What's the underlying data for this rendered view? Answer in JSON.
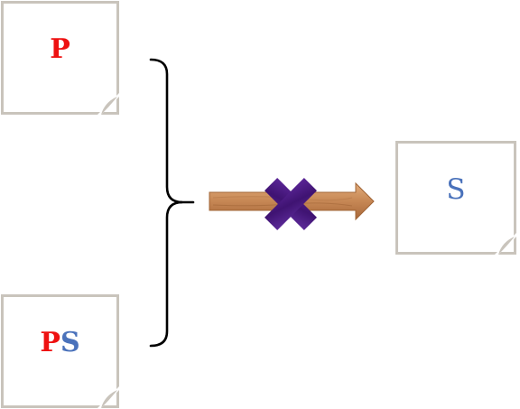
{
  "notes": {
    "top_left": {
      "segments": [
        {
          "text": "P",
          "color": "#ee1111"
        }
      ]
    },
    "bottom_left": {
      "segments": [
        {
          "text": "P",
          "color": "#ee1111"
        },
        {
          "text": "S",
          "color": "#4a72bb"
        }
      ]
    },
    "right": {
      "segments": [
        {
          "text": "S",
          "color": "#4a72bb"
        }
      ]
    }
  },
  "colors": {
    "note_border": "#c9c4bc",
    "arrow_wood": "#c98a57",
    "cross": "#4b1a80",
    "brace": "#000000"
  },
  "icons": {
    "arrow": "wooden-arrow-icon",
    "cross": "cross-mark-icon",
    "brace": "right-curly-brace"
  }
}
